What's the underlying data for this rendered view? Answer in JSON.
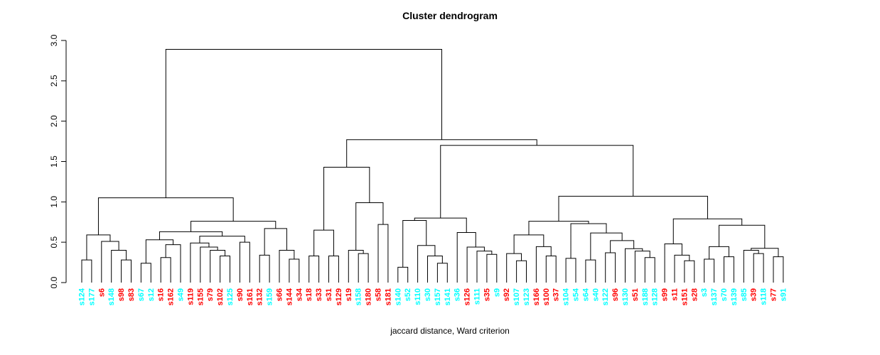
{
  "title": "Cluster dendrogram",
  "xlabel": "jaccard distance, Ward criterion",
  "colors": {
    "line": "#000000",
    "group_a": "#FF0000",
    "group_b": "#00FFFF"
  },
  "chart_data": {
    "type": "dendrogram",
    "title": "Cluster dendrogram",
    "xlabel": "jaccard distance, Ward criterion",
    "ylim": [
      0.0,
      3.0
    ],
    "yticks": [
      "0.0",
      "0.5",
      "1.0",
      "1.5",
      "2.0",
      "2.5",
      "3.0"
    ],
    "grid": false,
    "legend": false,
    "leaves": [
      {
        "label": "s124",
        "color": "#00FFFF"
      },
      {
        "label": "s177",
        "color": "#00FFFF"
      },
      {
        "label": "s6",
        "color": "#FF0000"
      },
      {
        "label": "s148",
        "color": "#00FFFF"
      },
      {
        "label": "s98",
        "color": "#FF0000"
      },
      {
        "label": "s83",
        "color": "#FF0000"
      },
      {
        "label": "s67",
        "color": "#00FFFF"
      },
      {
        "label": "s12",
        "color": "#00FFFF"
      },
      {
        "label": "s16",
        "color": "#FF0000"
      },
      {
        "label": "s162",
        "color": "#FF0000"
      },
      {
        "label": "s49",
        "color": "#00FFFF"
      },
      {
        "label": "s119",
        "color": "#FF0000"
      },
      {
        "label": "s155",
        "color": "#FF0000"
      },
      {
        "label": "s79",
        "color": "#FF0000"
      },
      {
        "label": "s102",
        "color": "#FF0000"
      },
      {
        "label": "s125",
        "color": "#00FFFF"
      },
      {
        "label": "s90",
        "color": "#FF0000"
      },
      {
        "label": "s161",
        "color": "#FF0000"
      },
      {
        "label": "s132",
        "color": "#FF0000"
      },
      {
        "label": "s159",
        "color": "#00FFFF"
      },
      {
        "label": "s66",
        "color": "#FF0000"
      },
      {
        "label": "s144",
        "color": "#FF0000"
      },
      {
        "label": "s34",
        "color": "#FF0000"
      },
      {
        "label": "s18",
        "color": "#FF0000"
      },
      {
        "label": "s33",
        "color": "#FF0000"
      },
      {
        "label": "s31",
        "color": "#FF0000"
      },
      {
        "label": "s129",
        "color": "#FF0000"
      },
      {
        "label": "s19",
        "color": "#FF0000"
      },
      {
        "label": "s158",
        "color": "#00FFFF"
      },
      {
        "label": "s180",
        "color": "#FF0000"
      },
      {
        "label": "s58",
        "color": "#FF0000"
      },
      {
        "label": "s181",
        "color": "#FF0000"
      },
      {
        "label": "s140",
        "color": "#00FFFF"
      },
      {
        "label": "s52",
        "color": "#00FFFF"
      },
      {
        "label": "s110",
        "color": "#00FFFF"
      },
      {
        "label": "s30",
        "color": "#00FFFF"
      },
      {
        "label": "s157",
        "color": "#00FFFF"
      },
      {
        "label": "s141",
        "color": "#00FFFF"
      },
      {
        "label": "s36",
        "color": "#00FFFF"
      },
      {
        "label": "s126",
        "color": "#FF0000"
      },
      {
        "label": "s111",
        "color": "#00FFFF"
      },
      {
        "label": "s35",
        "color": "#FF0000"
      },
      {
        "label": "s9",
        "color": "#00FFFF"
      },
      {
        "label": "s92",
        "color": "#FF0000"
      },
      {
        "label": "s107",
        "color": "#00FFFF"
      },
      {
        "label": "s123",
        "color": "#00FFFF"
      },
      {
        "label": "s166",
        "color": "#FF0000"
      },
      {
        "label": "s100",
        "color": "#FF0000"
      },
      {
        "label": "s37",
        "color": "#FF0000"
      },
      {
        "label": "s104",
        "color": "#00FFFF"
      },
      {
        "label": "s54",
        "color": "#00FFFF"
      },
      {
        "label": "s64",
        "color": "#00FFFF"
      },
      {
        "label": "s40",
        "color": "#00FFFF"
      },
      {
        "label": "s122",
        "color": "#00FFFF"
      },
      {
        "label": "s96",
        "color": "#FF0000"
      },
      {
        "label": "s130",
        "color": "#00FFFF"
      },
      {
        "label": "s51",
        "color": "#FF0000"
      },
      {
        "label": "s188",
        "color": "#00FFFF"
      },
      {
        "label": "s128",
        "color": "#00FFFF"
      },
      {
        "label": "s99",
        "color": "#FF0000"
      },
      {
        "label": "s11",
        "color": "#FF0000"
      },
      {
        "label": "s151",
        "color": "#FF0000"
      },
      {
        "label": "s28",
        "color": "#FF0000"
      },
      {
        "label": "s3",
        "color": "#00FFFF"
      },
      {
        "label": "s137",
        "color": "#00FFFF"
      },
      {
        "label": "s70",
        "color": "#00FFFF"
      },
      {
        "label": "s139",
        "color": "#00FFFF"
      },
      {
        "label": "s85",
        "color": "#00FFFF"
      },
      {
        "label": "s39",
        "color": "#FF0000"
      },
      {
        "label": "s118",
        "color": "#00FFFF"
      },
      {
        "label": "s77",
        "color": "#FF0000"
      },
      {
        "label": "s91",
        "color": "#00FFFF"
      }
    ],
    "tree": {
      "h": 2.89,
      "c": [
        {
          "h": 1.05,
          "c": [
            {
              "h": 0.59,
              "c": [
                {
                  "h": 0.28,
                  "c": [
                    "s124",
                    "s177"
                  ]
                },
                {
                  "h": 0.51,
                  "c": [
                    "s6",
                    {
                      "h": 0.4,
                      "c": [
                        "s148",
                        {
                          "h": 0.28,
                          "c": [
                            "s98",
                            "s83"
                          ]
                        }
                      ]
                    }
                  ]
                }
              ]
            },
            {
              "h": 0.76,
              "c": [
                {
                  "h": 0.63,
                  "c": [
                    {
                      "h": 0.53,
                      "c": [
                        {
                          "h": 0.24,
                          "c": [
                            "s67",
                            "s12"
                          ]
                        },
                        {
                          "h": 0.47,
                          "c": [
                            {
                              "h": 0.31,
                              "c": [
                                "s16",
                                "s162"
                              ]
                            },
                            "s49"
                          ]
                        }
                      ]
                    },
                    {
                      "h": 0.575,
                      "c": [
                        {
                          "h": 0.49,
                          "c": [
                            "s119",
                            {
                              "h": 0.44,
                              "c": [
                                "s155",
                                {
                                  "h": 0.4,
                                  "c": [
                                    "s79",
                                    {
                                      "h": 0.33,
                                      "c": [
                                        "s102",
                                        "s125"
                                      ]
                                    }
                                  ]
                                }
                              ]
                            }
                          ]
                        },
                        {
                          "h": 0.5,
                          "c": [
                            "s90",
                            "s161"
                          ]
                        }
                      ]
                    }
                  ]
                },
                {
                  "h": 0.67,
                  "c": [
                    {
                      "h": 0.34,
                      "c": [
                        "s132",
                        "s159"
                      ]
                    },
                    {
                      "h": 0.4,
                      "c": [
                        "s66",
                        {
                          "h": 0.29,
                          "c": [
                            "s144",
                            "s34"
                          ]
                        }
                      ]
                    }
                  ]
                }
              ]
            }
          ]
        },
        {
          "h": 1.77,
          "c": [
            {
              "h": 1.43,
              "c": [
                {
                  "h": 0.65,
                  "c": [
                    {
                      "h": 0.33,
                      "c": [
                        "s18",
                        "s33"
                      ]
                    },
                    {
                      "h": 0.33,
                      "c": [
                        "s31",
                        "s129"
                      ]
                    }
                  ]
                },
                {
                  "h": 0.99,
                  "c": [
                    {
                      "h": 0.4,
                      "c": [
                        "s19",
                        {
                          "h": 0.36,
                          "c": [
                            "s158",
                            "s180"
                          ]
                        }
                      ]
                    },
                    {
                      "h": 0.72,
                      "c": [
                        "s58",
                        "s181"
                      ]
                    }
                  ]
                }
              ]
            },
            {
              "h": 1.7,
              "c": [
                {
                  "h": 0.8,
                  "c": [
                    {
                      "h": 0.77,
                      "c": [
                        {
                          "h": 0.19,
                          "c": [
                            "s140",
                            "s52"
                          ]
                        },
                        {
                          "h": 0.46,
                          "c": [
                            "s110",
                            {
                              "h": 0.33,
                              "c": [
                                "s30",
                                {
                                  "h": 0.24,
                                  "c": [
                                    "s157",
                                    "s141"
                                  ]
                                }
                              ]
                            }
                          ]
                        }
                      ]
                    },
                    {
                      "h": 0.62,
                      "c": [
                        "s36",
                        {
                          "h": 0.44,
                          "c": [
                            "s126",
                            {
                              "h": 0.39,
                              "c": [
                                "s111",
                                {
                                  "h": 0.35,
                                  "c": [
                                    "s35",
                                    "s9"
                                  ]
                                }
                              ]
                            }
                          ]
                        }
                      ]
                    }
                  ]
                },
                {
                  "h": 1.07,
                  "c": [
                    {
                      "h": 0.76,
                      "c": [
                        {
                          "h": 0.59,
                          "c": [
                            {
                              "h": 0.36,
                              "c": [
                                "s92",
                                {
                                  "h": 0.27,
                                  "c": [
                                    "s107",
                                    "s123"
                                  ]
                                }
                              ]
                            },
                            {
                              "h": 0.445,
                              "c": [
                                "s166",
                                {
                                  "h": 0.33,
                                  "c": [
                                    "s100",
                                    "s37"
                                  ]
                                }
                              ]
                            }
                          ]
                        },
                        {
                          "h": 0.73,
                          "c": [
                            {
                              "h": 0.3,
                              "c": [
                                "s104",
                                "s54"
                              ]
                            },
                            {
                              "h": 0.615,
                              "c": [
                                {
                                  "h": 0.28,
                                  "c": [
                                    "s64",
                                    "s40"
                                  ]
                                },
                                {
                                  "h": 0.52,
                                  "c": [
                                    {
                                      "h": 0.37,
                                      "c": [
                                        "s122",
                                        "s96"
                                      ]
                                    },
                                    {
                                      "h": 0.42,
                                      "c": [
                                        "s130",
                                        {
                                          "h": 0.39,
                                          "c": [
                                            "s51",
                                            {
                                              "h": 0.31,
                                              "c": [
                                                "s188",
                                                "s128"
                                              ]
                                            }
                                          ]
                                        }
                                      ]
                                    }
                                  ]
                                }
                              ]
                            }
                          ]
                        }
                      ]
                    },
                    {
                      "h": 0.79,
                      "c": [
                        {
                          "h": 0.48,
                          "c": [
                            "s99",
                            {
                              "h": 0.34,
                              "c": [
                                "s11",
                                {
                                  "h": 0.27,
                                  "c": [
                                    "s151",
                                    "s28"
                                  ]
                                }
                              ]
                            }
                          ]
                        },
                        {
                          "h": 0.71,
                          "c": [
                            {
                              "h": 0.445,
                              "c": [
                                {
                                  "h": 0.29,
                                  "c": [
                                    "s3",
                                    "s137"
                                  ]
                                },
                                {
                                  "h": 0.32,
                                  "c": [
                                    "s70",
                                    "s139"
                                  ]
                                }
                              ]
                            },
                            {
                              "h": 0.425,
                              "c": [
                                {
                                  "h": 0.4,
                                  "c": [
                                    "s85",
                                    {
                                      "h": 0.36,
                                      "c": [
                                        "s39",
                                        "s118"
                                      ]
                                    }
                                  ]
                                },
                                {
                                  "h": 0.32,
                                  "c": [
                                    "s77",
                                    "s91"
                                  ]
                                }
                              ]
                            }
                          ]
                        }
                      ]
                    }
                  ]
                }
              ]
            }
          ]
        }
      ]
    }
  }
}
